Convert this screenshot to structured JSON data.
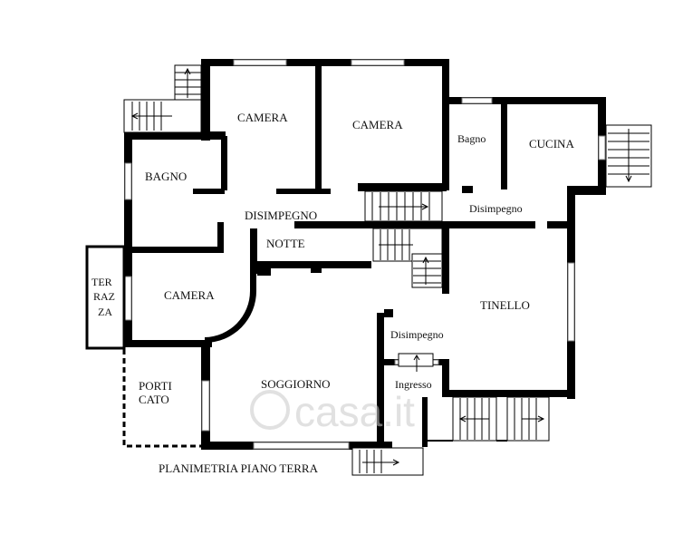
{
  "plan_title": "PLANIMETRIA PIANO TERRA",
  "watermark": "casa.it",
  "rooms": {
    "camera_1": "CAMERA",
    "camera_2": "CAMERA",
    "bagno_small": "Bagno",
    "cucina": "CUCINA",
    "bagno_main": "BAGNO",
    "disimpegno_upper": "DISIMPEGNO",
    "disimpegno_kitchen": "Disimpegno",
    "notte": "NOTTE",
    "terrazza_1": "TER",
    "terrazza_2": "RAZ",
    "terrazza_3": "ZA",
    "camera_3": "CAMERA",
    "tinello": "TINELLO",
    "disimpegno_lower": "Disimpegno",
    "porticato_1": "PORTI",
    "porticato_2": "CATO",
    "soggiorno": "SOGGIORNO",
    "ingresso": "Ingresso"
  },
  "colors": {
    "wall": "#000000",
    "window_frame": "#777777",
    "watermark": "#c9c9c9"
  }
}
